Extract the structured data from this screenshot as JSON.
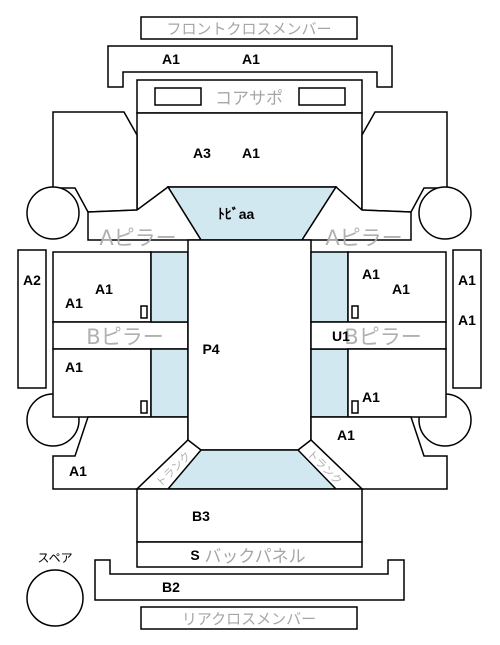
{
  "labels": {
    "front_cross_member": "フロントクロスメンバー",
    "core_support": "コアサポ",
    "a_pillar_left": "Aピラー",
    "a_pillar_right": "Aピラー",
    "b_pillar_left": "Bピラー",
    "b_pillar_right": "Bピラー",
    "back_panel": "バックパネル",
    "rear_cross_member": "リアクロスメンバー",
    "spare": "スペア",
    "trunk_left": "トランク",
    "trunk_right": "トランク"
  },
  "grades": {
    "front_member_left": "A1",
    "front_member_right": "A1",
    "hood_left": "A3",
    "hood_right": "A1",
    "roof_front": "ﾄﾋﾞaa",
    "side_left": "A2",
    "front_door_left_upper": "A1",
    "front_door_left_lower": "A1",
    "rear_door_left": "A1",
    "quarter_left": "A1",
    "roof": "P4",
    "front_door_right_upper": "A1",
    "front_door_right_lower": "A1",
    "b_pillar_right_mark": "U1",
    "rear_door_right": "A1",
    "quarter_right": "A1",
    "side_right_upper": "A1",
    "side_right_lower": "A1",
    "trunk_lid": "B3",
    "back_panel_mark": "S",
    "rear_member": "B2"
  }
}
